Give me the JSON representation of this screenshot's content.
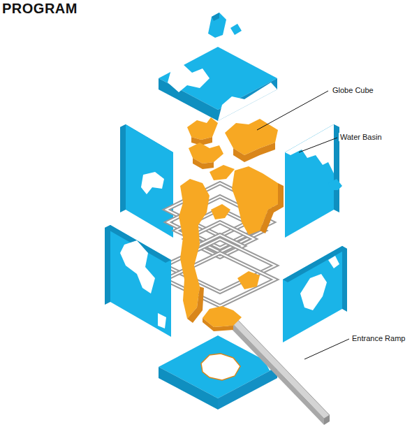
{
  "diagram": {
    "title": "PROGRAM",
    "labels": [
      "Globe Cube",
      "Water Basin",
      "Entrance Ramp"
    ]
  }
}
